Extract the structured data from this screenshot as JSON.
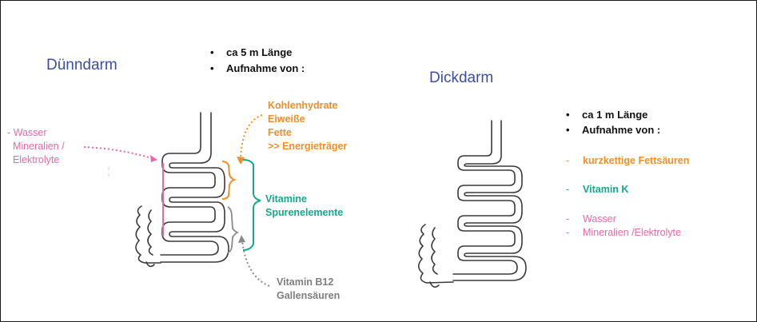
{
  "duenndarm": {
    "title": "Dünndarm",
    "bullets": [
      "ca 5 m Länge",
      "Aufnahme von :"
    ],
    "left_labels": [
      "- Wasser",
      "  Mineralien /",
      "  Elektrolyte"
    ],
    "carbs": [
      "Kohlenhydrate",
      "Eiweiße",
      "Fette",
      ">> Energieträger"
    ],
    "vitamins": [
      "Vitamine",
      "Spurenelemente"
    ],
    "b12": [
      "Vitamin B12",
      "Gallensäuren"
    ]
  },
  "dickdarm": {
    "title": "Dickdarm",
    "bullets": [
      "ca 1 m Länge",
      "Aufnahme von :"
    ],
    "items": [
      {
        "dash": "-",
        "text": "kurzkettige Fettsäuren"
      },
      {
        "dash": "-",
        "text": "Vitamin K"
      },
      {
        "dash": "-",
        "text": "Wasser"
      },
      {
        "dash": "-",
        "text": "Mineralien /Elektrolyte"
      }
    ]
  },
  "colors": {
    "pink": "#e66aa8",
    "orange": "#ee8f2a",
    "teal": "#17a889",
    "grey": "#7e7e7e",
    "title_blue": "#3b4ea3"
  }
}
